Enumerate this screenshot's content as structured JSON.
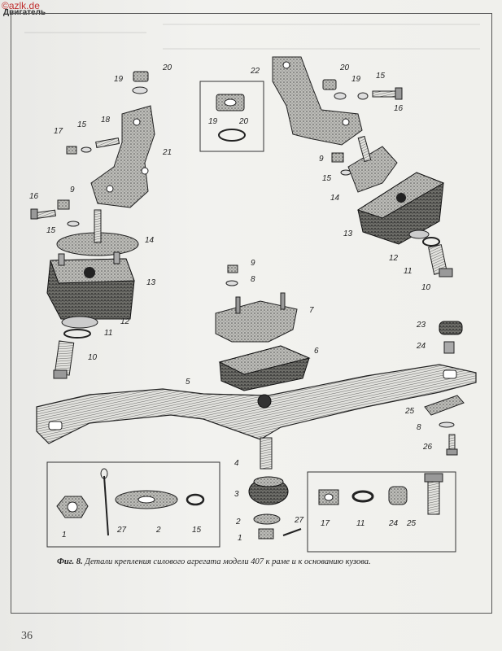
{
  "watermark": "©azlk.de",
  "header": {
    "section": "Двигатель"
  },
  "figure": {
    "caption_prefix": "Фиг. 8.",
    "caption_text": "Детали крепления силового агрегата модели 407 к раме и к основанию кузова.",
    "labels": {
      "l20a": "20",
      "l19a": "19",
      "l17a": "17",
      "l15a": "15",
      "l18": "18",
      "l21": "21",
      "l16a": "16",
      "l9a": "9",
      "l15b": "15",
      "l14a": "14",
      "l13a": "13",
      "l12a": "12",
      "l11a": "11",
      "l10a": "10",
      "l19i": "19",
      "l20i": "20",
      "l22": "22",
      "l20b": "20",
      "l19b": "19",
      "l15c": "15",
      "l16b": "16",
      "l9b": "9",
      "l15d": "15",
      "l14b": "14",
      "l13b": "13",
      "l12b": "12",
      "l11b": "11",
      "l10b": "10",
      "l9c": "9",
      "l8a": "8",
      "l7": "7",
      "l6": "6",
      "l5": "5",
      "l4": "4",
      "l3": "3",
      "l2": "2",
      "l1": "1",
      "l27": "27",
      "l23": "23",
      "l24": "24",
      "l25": "25",
      "l8b": "8",
      "l26": "26",
      "li1": "1",
      "li27": "27",
      "li2": "2",
      "li15": "15",
      "li17": "17",
      "li11": "11",
      "li24": "24",
      "li25": "25"
    }
  },
  "page_number": "36"
}
